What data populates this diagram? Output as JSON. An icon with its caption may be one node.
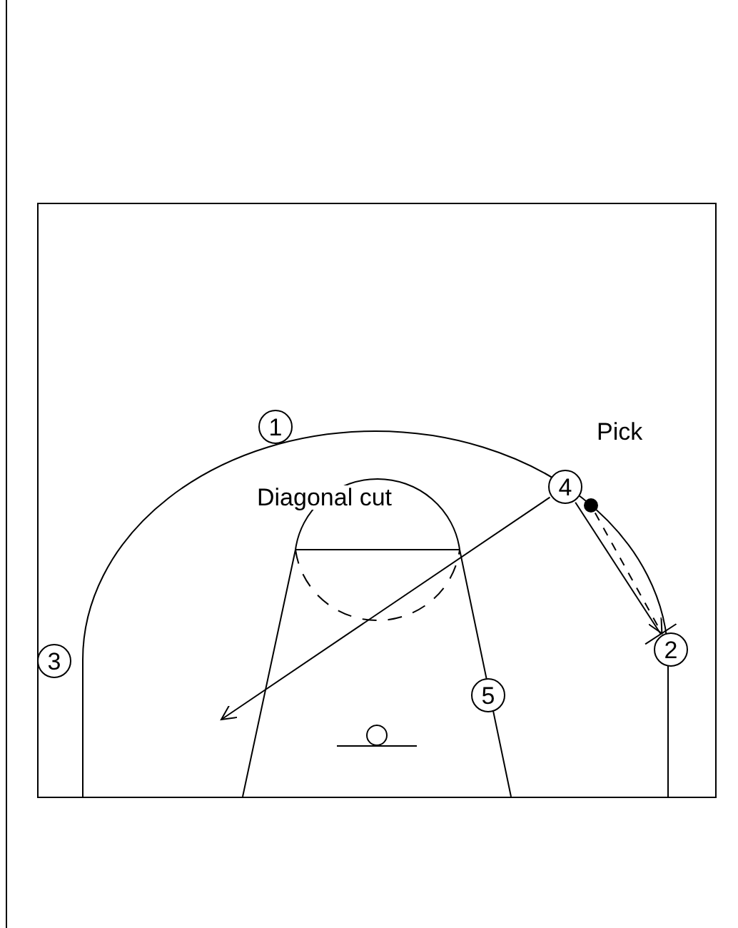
{
  "diagram": {
    "nodes": [
      {
        "text": [
          "1"
        ]
      },
      {
        "text": [
          "4"
        ]
      },
      {
        "text": [],
        "shape": "dot"
      },
      {
        "text": [
          "2"
        ]
      },
      {
        "text": [
          "3"
        ]
      },
      {
        "text": [
          "5"
        ]
      }
    ],
    "edges": [
      {
        "from": 1,
        "to": null,
        "arrow": "to",
        "label": "Diagonal cut"
      },
      {
        "from": 1,
        "to": 3,
        "arrow": "other"
      },
      {
        "from": 2,
        "to": 3,
        "arrow": "to",
        "style": "dashed"
      }
    ],
    "labels": [
      "Pick"
    ]
  }
}
